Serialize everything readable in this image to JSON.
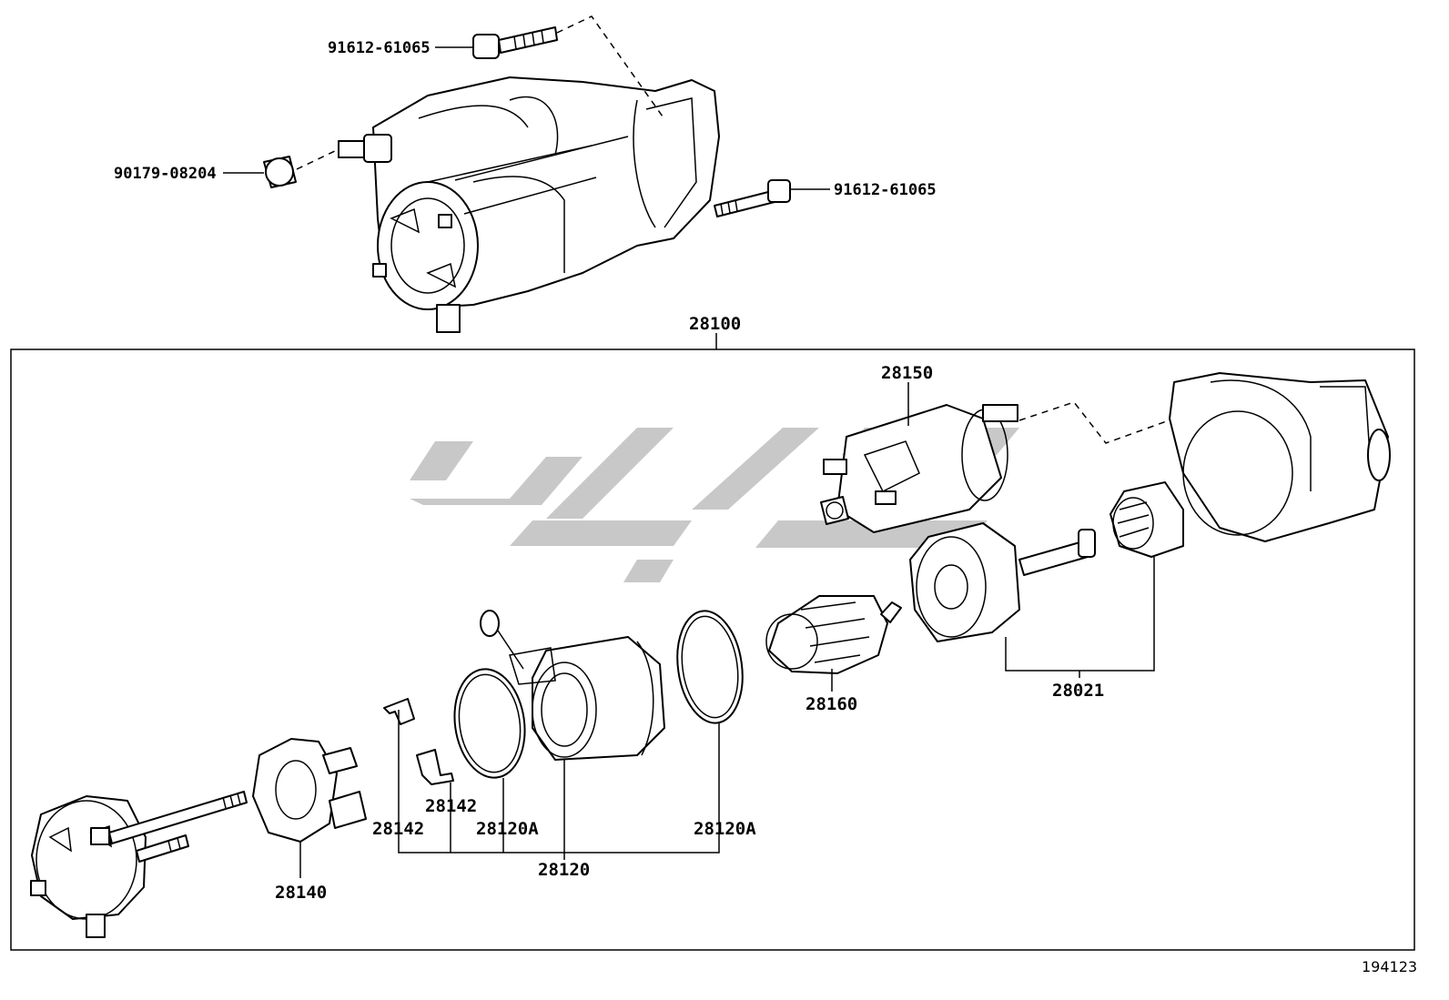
{
  "diagram": {
    "drawing_number": "194123",
    "parts": {
      "bolt_upper": "91612-61065",
      "nut": "90179-08204",
      "bolt_right": "91612-61065",
      "starter_assy": "28100",
      "solenoid": "28150",
      "clutch_sub_assy": "28021",
      "armature": "28160",
      "yoke_assy": "28120",
      "o_ring_left": "28120A",
      "o_ring_right": "28120A",
      "brush_spring_left": "28142",
      "brush_spring_right": "28142",
      "brush_holder": "28140"
    },
    "colors": {
      "line": "#000000",
      "watermark": "#c8c8c8",
      "background": "#ffffff"
    }
  }
}
